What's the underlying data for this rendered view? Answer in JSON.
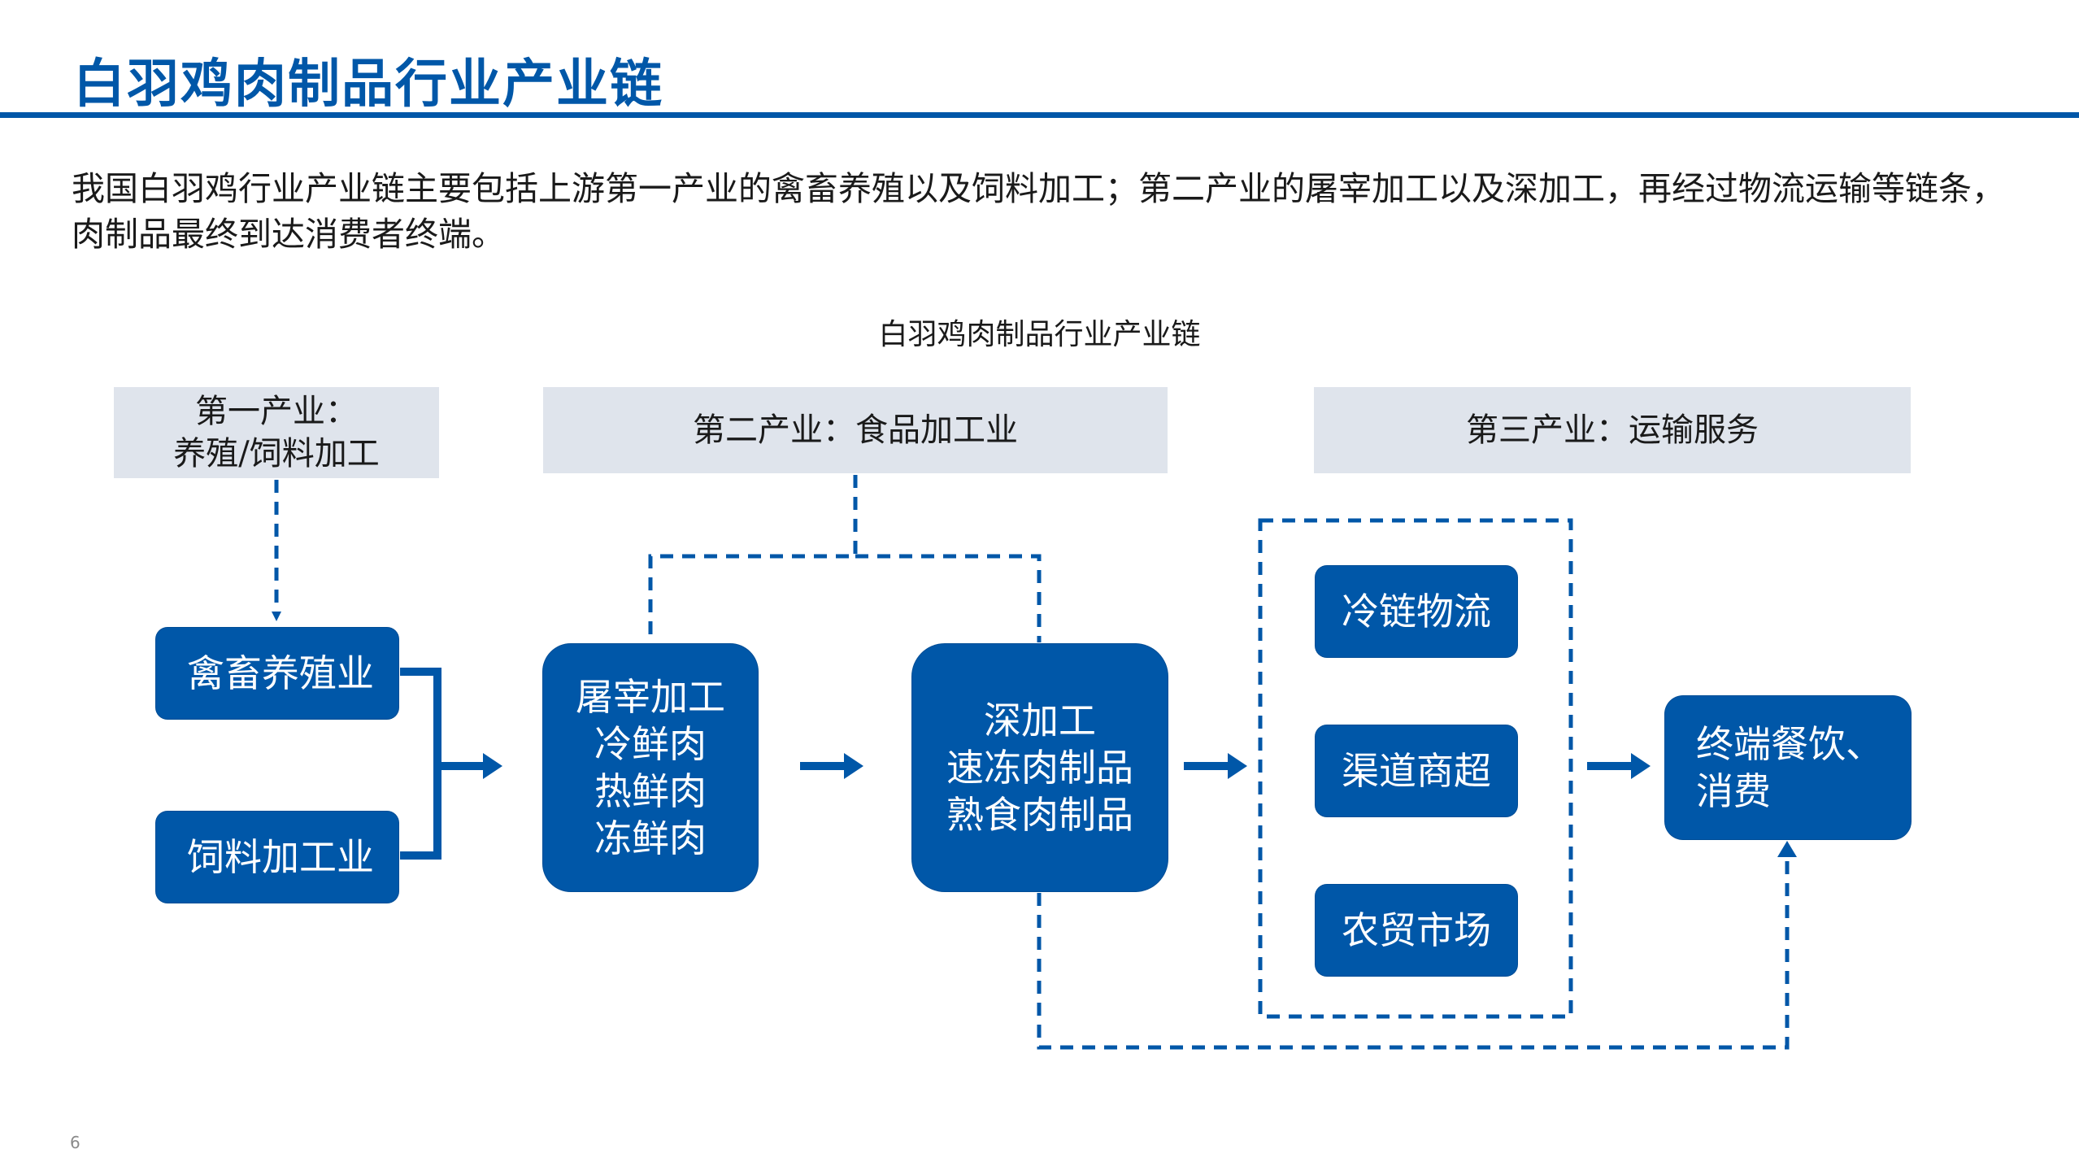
{
  "page": {
    "title": "白羽鸡肉制品行业产业链",
    "intro": "我国白羽鸡行业产业链主要包括上游第一产业的禽畜养殖以及饲料加工；第二产业的屠宰加工以及深加工，再经过物流运输等链条，肉制品最终到达消费者终端。",
    "page_number": "6"
  },
  "diagram": {
    "title": "白羽鸡肉制品行业产业链",
    "bands": {
      "primary": "第一产业：\n养殖/饲料加工",
      "secondary": "第二产业：食品加工业",
      "tertiary": "第三产业：运输服务"
    },
    "nodes": {
      "livestock": "禽畜养殖业",
      "feed": "饲料加工业",
      "slaughter": "屠宰加工\n冷鲜肉\n热鲜肉\n冻鲜肉",
      "deep_processing": "深加工\n速冻肉制品\n熟食肉制品",
      "cold_chain": "冷链物流",
      "channel": "渠道商超",
      "farmers_market": "农贸市场",
      "consumer": "终端餐饮、\n消费"
    },
    "colors": {
      "node_fill": "#0057a8",
      "band_fill": "#dfe4ec",
      "connector": "#0057a8"
    }
  }
}
